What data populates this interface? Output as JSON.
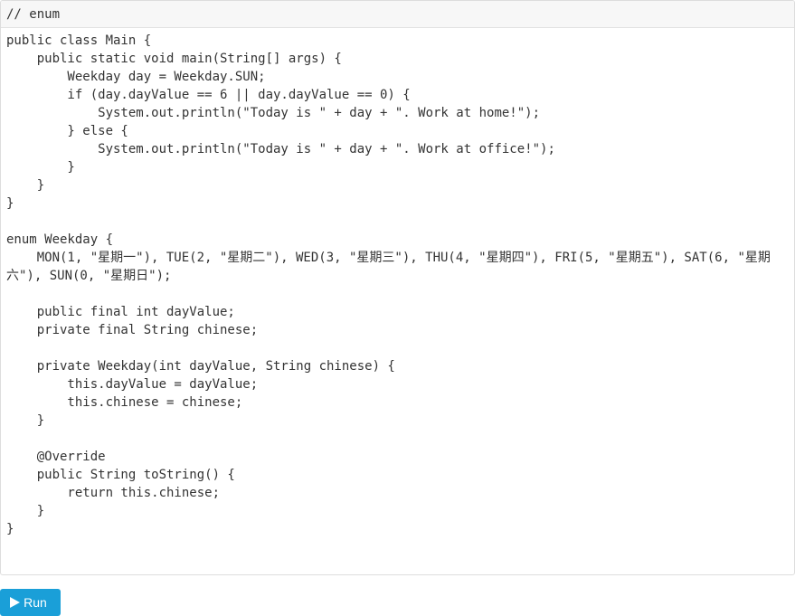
{
  "editor": {
    "header": "// enum",
    "code_lines": [
      "public class Main {",
      "    public static void main(String[] args) {",
      "        Weekday day = Weekday.SUN;",
      "        if (day.dayValue == 6 || day.dayValue == 0) {",
      "            System.out.println(\"Today is \" + day + \". Work at home!\");",
      "        } else {",
      "            System.out.println(\"Today is \" + day + \". Work at office!\");",
      "        }",
      "    }",
      "}",
      "",
      "enum Weekday {",
      "    MON(1, \"星期一\"), TUE(2, \"星期二\"), WED(3, \"星期三\"), THU(4, \"星期四\"), FRI(5, \"星期五\"), SAT(6, \"星期",
      "六\"), SUN(0, \"星期日\");",
      "",
      "    public final int dayValue;",
      "    private final String chinese;",
      "",
      "    private Weekday(int dayValue, String chinese) {",
      "        this.dayValue = dayValue;",
      "        this.chinese = chinese;",
      "    }",
      "",
      "    @Override",
      "    public String toString() {",
      "        return this.chinese;",
      "    }",
      "}"
    ]
  },
  "run_button": {
    "label": "Run",
    "icon": "play-icon",
    "color": "#1a9fd8"
  }
}
